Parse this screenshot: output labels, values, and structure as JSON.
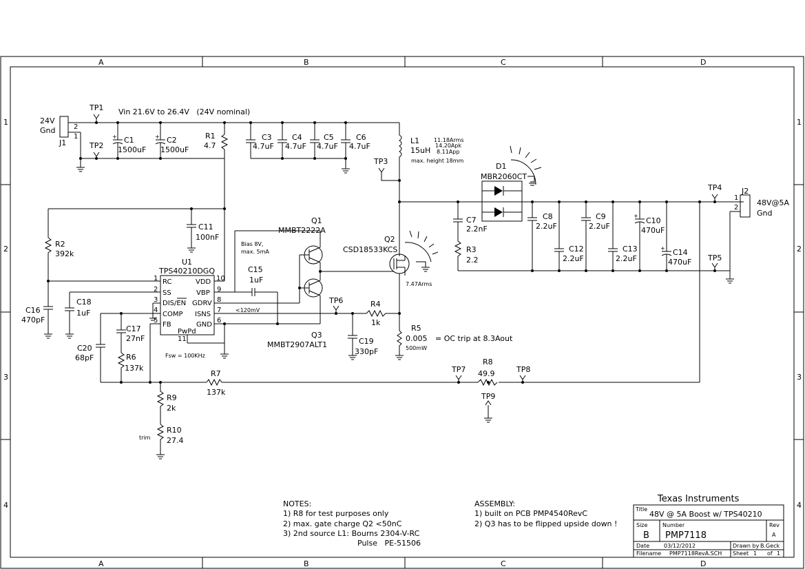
{
  "frame": {
    "cols": [
      "A",
      "B",
      "C",
      "D"
    ],
    "rows": [
      "1",
      "2",
      "3",
      "4"
    ]
  },
  "connectors": {
    "j1": {
      "ref": "J1",
      "label_top": "24V",
      "label_bot": "Gnd",
      "pin1": "1",
      "pin2": "2"
    },
    "j2": {
      "ref": "J2",
      "label_top": "48V@5A",
      "label_bot": "Gnd",
      "pin1": "1",
      "pin2": "2"
    }
  },
  "input_note": "Vin 21.6V to 26.4V   (24V nominal)",
  "testpoints": [
    "TP1",
    "TP2",
    "TP3",
    "TP4",
    "TP5",
    "TP6",
    "TP7",
    "TP8",
    "TP9"
  ],
  "capacitors": {
    "c1": {
      "ref": "C1",
      "value": "1500uF"
    },
    "c2": {
      "ref": "C2",
      "value": "1500uF"
    },
    "c3": {
      "ref": "C3",
      "value": "4.7uF"
    },
    "c4": {
      "ref": "C4",
      "value": "4.7uF"
    },
    "c5": {
      "ref": "C5",
      "value": "4.7uF"
    },
    "c6": {
      "ref": "C6",
      "value": "4.7uF"
    },
    "c7": {
      "ref": "C7",
      "value": "2.2nF"
    },
    "c8": {
      "ref": "C8",
      "value": "2.2uF"
    },
    "c9": {
      "ref": "C9",
      "value": "2.2uF"
    },
    "c10": {
      "ref": "C10",
      "value": "470uF"
    },
    "c11": {
      "ref": "C11",
      "value": "100nF"
    },
    "c12": {
      "ref": "C12",
      "value": "2.2uF"
    },
    "c13": {
      "ref": "C13",
      "value": "2.2uF"
    },
    "c14": {
      "ref": "C14",
      "value": "470uF"
    },
    "c15": {
      "ref": "C15",
      "value": "1uF"
    },
    "c16": {
      "ref": "C16",
      "value": "470pF"
    },
    "c17": {
      "ref": "C17",
      "value": "27nF"
    },
    "c18": {
      "ref": "C18",
      "value": "1uF"
    },
    "c19": {
      "ref": "C19",
      "value": "330pF"
    },
    "c20": {
      "ref": "C20",
      "value": "68pF"
    }
  },
  "resistors": {
    "r1": {
      "ref": "R1",
      "value": "4.7"
    },
    "r2": {
      "ref": "R2",
      "value": "392k"
    },
    "r3": {
      "ref": "R3",
      "value": "2.2"
    },
    "r4": {
      "ref": "R4",
      "value": "1k"
    },
    "r5": {
      "ref": "R5",
      "value": "0.005",
      "note": "= OC trip at 8.3Aout",
      "power": "500mW"
    },
    "r6": {
      "ref": "R6",
      "value": "137k"
    },
    "r7": {
      "ref": "R7",
      "value": "137k"
    },
    "r8": {
      "ref": "R8",
      "value": "49.9"
    },
    "r9": {
      "ref": "R9",
      "value": "2k"
    },
    "r10": {
      "ref": "R10",
      "value": "27.4",
      "note": "trim"
    }
  },
  "inductor": {
    "ref": "L1",
    "value": "15uH",
    "specs": [
      "11.18Arms",
      "14.20Apk",
      "8.11App"
    ],
    "height": "max. height 18mm"
  },
  "diode": {
    "ref": "D1",
    "value": "MBR2060CT"
  },
  "transistors": {
    "q1": {
      "ref": "Q1",
      "value": "MMBT2222A"
    },
    "q2": {
      "ref": "Q2",
      "value": "CSD18533KCS",
      "current": "7.47Arms"
    },
    "q3": {
      "ref": "Q3",
      "value": "MMBT2907ALT1"
    }
  },
  "ic": {
    "ref": "U1",
    "part": "TPS40210DGQ",
    "left_pins": [
      {
        "num": "1",
        "name": "RC"
      },
      {
        "num": "2",
        "name": "SS"
      },
      {
        "num": "3",
        "name": "DIS/EN"
      },
      {
        "num": "4",
        "name": "COMP"
      },
      {
        "num": "5",
        "name": "FB"
      }
    ],
    "right_pins": [
      {
        "num": "10",
        "name": "VDD"
      },
      {
        "num": "9",
        "name": "VBP"
      },
      {
        "num": "8",
        "name": "GDRV"
      },
      {
        "num": "7",
        "name": "ISNS"
      },
      {
        "num": "6",
        "name": "GND"
      }
    ],
    "pad": {
      "num": "11",
      "name": "PwPd"
    },
    "fsw": "Fsw = 100KHz"
  },
  "annotations": {
    "bias": [
      "Bias 8V,",
      "max. 5mA"
    ],
    "isns": "<120mV"
  },
  "notes": {
    "title": "NOTES:",
    "lines": [
      "1) R8 for test purposes only",
      "2) max. gate charge Q2 <50nC",
      "3) 2nd source L1: Bourns 2304-V-RC",
      "Pulse   PE-51506"
    ]
  },
  "assembly": {
    "title": "ASSEMBLY:",
    "lines": [
      "1) built on PCB PMP4540RevC",
      "2) Q3 has to be flipped upside down !"
    ]
  },
  "titleblock": {
    "company": "Texas Instruments",
    "title_label": "Title",
    "title": "48V @ 5A Boost w/ TPS40210",
    "size_label": "Size",
    "size": "B",
    "number_label": "Number",
    "number": "PMP7118",
    "rev_label": "Rev",
    "rev": "A",
    "date_label": "Date",
    "date": "03/12/2012",
    "drawn_label": "Drawn by",
    "drawn": "B.Geck",
    "filename_label": "Filename",
    "filename": "PMP7118RevA.SCH",
    "sheet_label": "Sheet",
    "sheet": "1",
    "of_label": "of",
    "of": "1"
  }
}
